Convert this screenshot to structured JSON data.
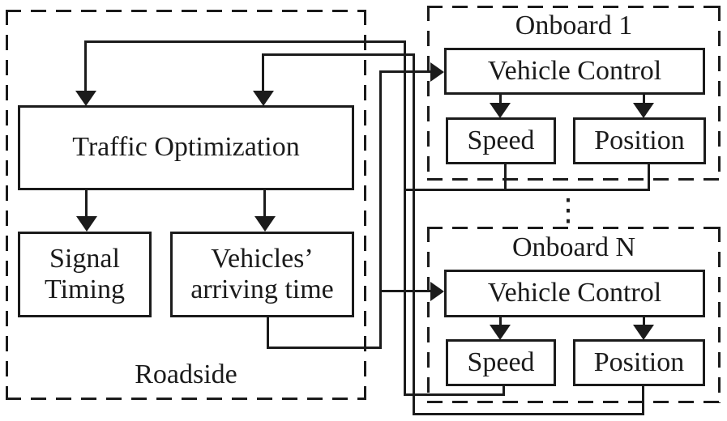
{
  "figure": {
    "roadside": {
      "label": "Roadside",
      "traffic_optimization_label": "Traffic Optimization",
      "signal_timing_line1": "Signal",
      "signal_timing_line2": "Timing",
      "vehicles_arriving_line1": "Vehicles’",
      "vehicles_arriving_line2": "arriving time"
    },
    "onboard_1": {
      "label": "Onboard 1",
      "vehicle_control_label": "Vehicle Control",
      "speed_label": "Speed",
      "position_label": "Position"
    },
    "onboard_n": {
      "label": "Onboard N",
      "vehicle_control_label": "Vehicle Control",
      "speed_label": "Speed",
      "position_label": "Position"
    },
    "ellipsis": "⋮",
    "colors": {
      "ink": "#1b1b1b",
      "background": "#ffffff"
    }
  }
}
